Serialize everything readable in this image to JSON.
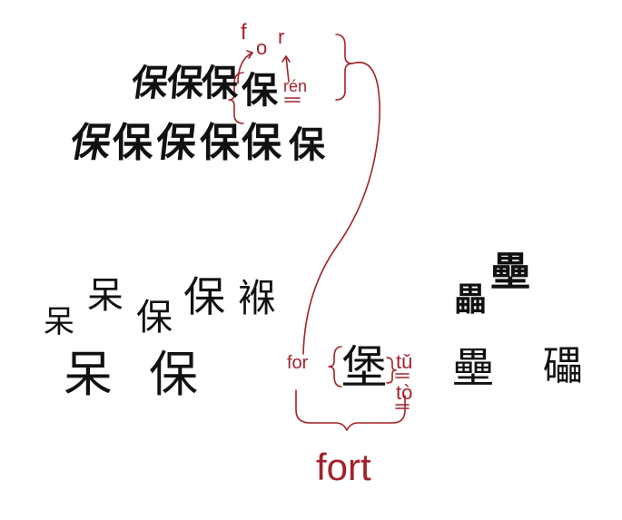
{
  "colors": {
    "annotation": "#a3222a",
    "ink": "#111111",
    "background": "#ffffff"
  },
  "labels": {
    "for_f": "f",
    "for_o": "o",
    "for_r": "r",
    "ren": "rén",
    "for_side": "for",
    "tu": "tǔ",
    "to": "tò",
    "fort": "fort"
  },
  "glyphs": {
    "row1": [
      "保",
      "保",
      "保"
    ],
    "row1_bracket": "保",
    "row2": [
      "保",
      "保",
      "保",
      "保",
      "保",
      "保"
    ],
    "dai_1": "呆",
    "dai_2": "呆",
    "bao_1": "保",
    "bao_2": "保",
    "bao_3": "褓",
    "dai_kai": "呆",
    "bao_kai": "保",
    "bao_fort": "堡",
    "lei_small": "畾",
    "lei_big": "壘",
    "lei_kai": "壘",
    "lei_stone": "礧"
  }
}
